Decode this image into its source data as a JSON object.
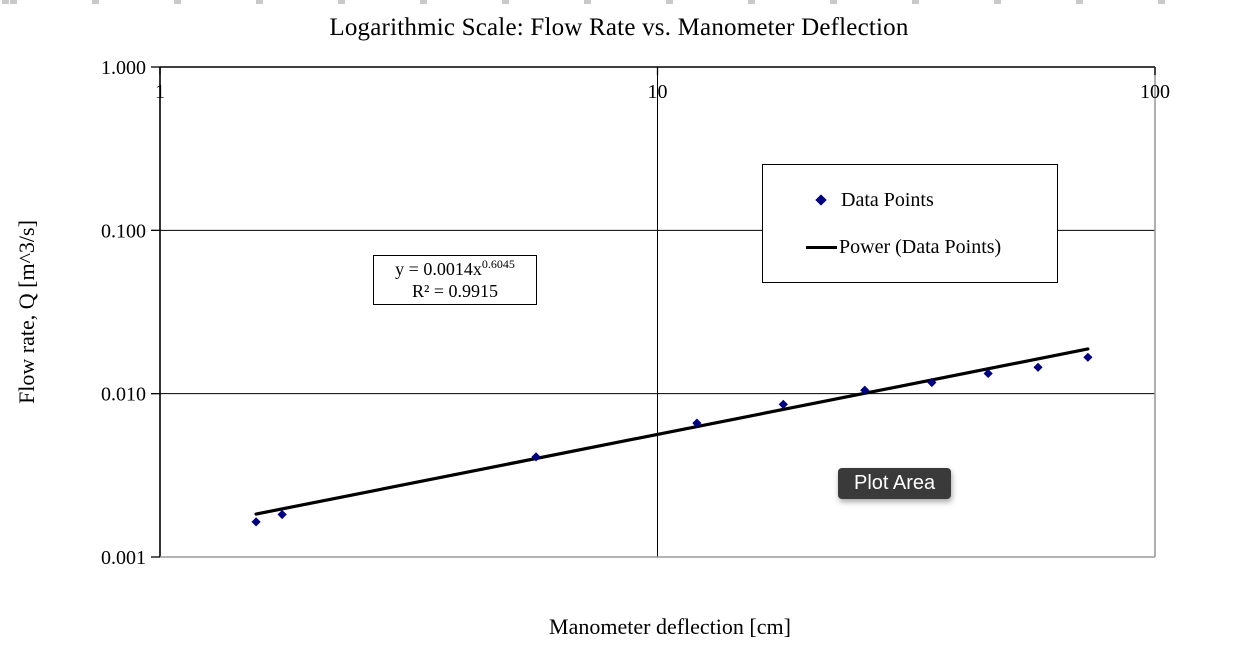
{
  "tooltip": {
    "text": "Plot Area"
  },
  "chart_data": {
    "type": "scatter",
    "scale": "log-log",
    "title": "Logarithmic Scale: Flow Rate vs. Manometer Deflection",
    "xlabel": "Manometer deflection [cm]",
    "ylabel": "Flow rate, Q [m^3/s]",
    "xlim": [
      1,
      100
    ],
    "ylim": [
      0.001,
      1
    ],
    "grid": true,
    "x_ticks": [
      {
        "value": 1,
        "label": "1"
      },
      {
        "value": 10,
        "label": "10"
      },
      {
        "value": 100,
        "label": "100"
      }
    ],
    "y_ticks": [
      {
        "value": 1,
        "label": "1.000"
      },
      {
        "value": 0.1,
        "label": "0.100"
      },
      {
        "value": 0.01,
        "label": "0.010"
      },
      {
        "value": 0.001,
        "label": "0.001"
      }
    ],
    "x_gridlines": [
      10
    ],
    "y_gridlines": [
      0.1,
      0.01
    ],
    "legend_position": "inside-upper-right",
    "series": [
      {
        "name": "Data Points",
        "type": "scatter",
        "marker": "diamond",
        "color": "#000080",
        "x": [
          1.56,
          1.76,
          5.7,
          12.0,
          17.9,
          26.1,
          35.6,
          46.2,
          58.2,
          73.3
        ],
        "y": [
          0.00164,
          0.00182,
          0.0041,
          0.0066,
          0.0086,
          0.0105,
          0.0117,
          0.0133,
          0.0145,
          0.0167
        ]
      }
    ],
    "trendline": {
      "name": "Power (Data Points)",
      "type": "power",
      "color": "#000000",
      "coefficient": 0.0014,
      "exponent": 0.6045,
      "r_squared": 0.9915,
      "equation_base": "y = 0.0014x",
      "equation_exponent": "0.6045",
      "r_squared_label": "R² = 0.9915",
      "x_range": [
        1.56,
        73.3
      ]
    },
    "legend": {
      "items": [
        {
          "label": "Data Points",
          "marker": "diamond",
          "color": "#000080"
        },
        {
          "label": "Power (Data Points)",
          "marker": "line",
          "color": "#000000"
        }
      ]
    }
  }
}
